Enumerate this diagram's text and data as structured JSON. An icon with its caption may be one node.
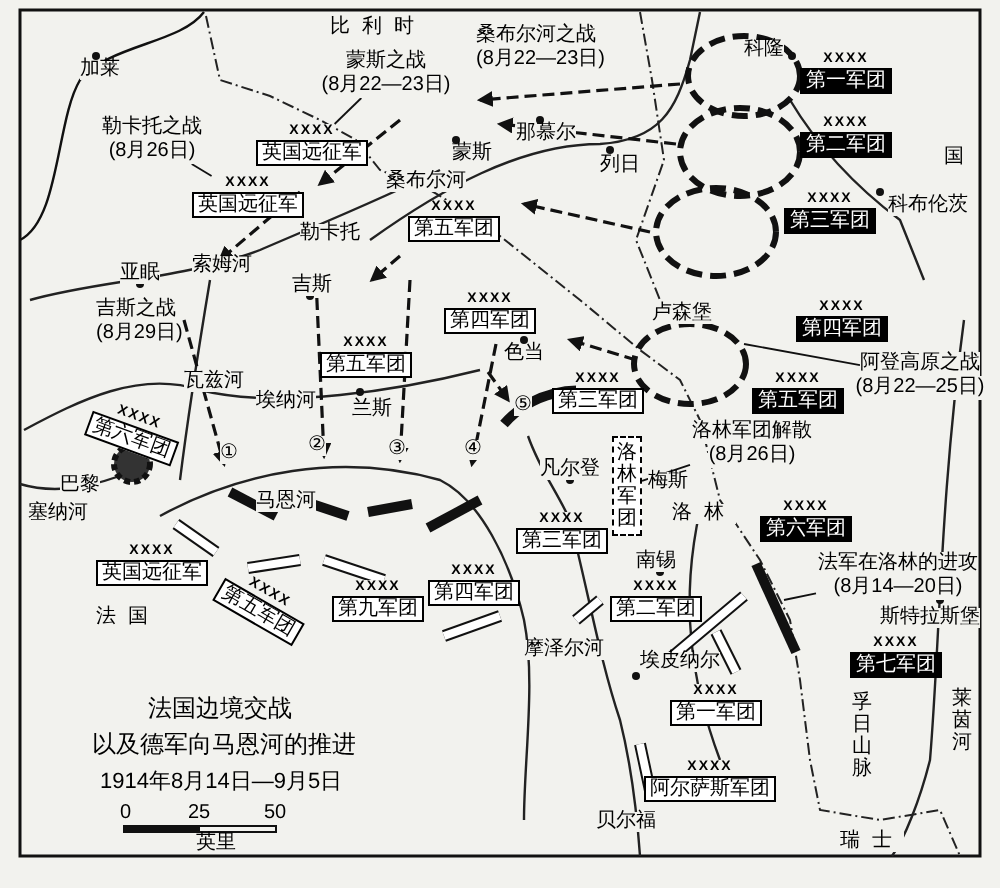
{
  "diagram": {
    "title": "法国边境交战",
    "caption": "1914年8月14日—9月5日",
    "nodes": [
      {
        "text": [
          "XXXX",
          "第一军团"
        ]
      },
      {
        "text": [
          "XXXX",
          "第二军团"
        ]
      },
      {
        "text": [
          "XXXX",
          "第三军团"
        ]
      },
      {
        "text": [
          "XXXX",
          "第四军团"
        ]
      },
      {
        "text": [
          "XXXX",
          "第五军团"
        ]
      },
      {
        "text": [
          "XXXX",
          "第六军团"
        ]
      },
      {
        "text": [
          "XXXX",
          "第七军团"
        ]
      },
      {
        "text": [
          "XXXX",
          "英国远征军"
        ]
      },
      {
        "text": [
          "XXXX",
          "英国远征军"
        ]
      },
      {
        "text": [
          "XXXX",
          "第五军团"
        ]
      },
      {
        "text": [
          "XXXX",
          "第四军团"
        ]
      },
      {
        "text": [
          "XXXX",
          "第三军团"
        ]
      },
      {
        "text": [
          "XXXX",
          "第六军团"
        ]
      },
      {
        "text": [
          "XXXX",
          "第五军团"
        ]
      },
      {
        "text": [
          "XXXX",
          "英国远征军"
        ]
      },
      {
        "text": [
          "XXXX",
          "第五军团"
        ]
      },
      {
        "text": [
          "XXXX",
          "第九军团"
        ]
      },
      {
        "text": [
          "XXXX",
          "第四军团"
        ]
      },
      {
        "text": [
          "XXXX",
          "第三军团"
        ]
      },
      {
        "text": [
          "XXXX",
          "第二军团"
        ]
      },
      {
        "text": [
          "XXXX",
          "第一军团"
        ]
      },
      {
        "text": [
          "XXXX",
          "阿尔萨斯军团"
        ]
      },
      {
        "text": [
          "洛林军团"
        ]
      },
      {
        "text": [
          "勒卡托之战",
          "(8月26日)"
        ]
      },
      {
        "text": [
          "蒙斯之战",
          "(8月22—23日)"
        ]
      },
      {
        "text": [
          "阿登高原之战",
          "(8月22—25日)"
        ]
      },
      {
        "text": [
          "洛林军团解散",
          "(8月26日)"
        ]
      },
      {
        "text": [
          "法军在洛林的进攻",
          "(8月14—20日)"
        ]
      }
    ],
    "edges": [
      {
        "from": 23,
        "to": 8,
        "arrow": "none"
      },
      {
        "from": 24,
        "to": 7,
        "arrow": "none"
      },
      {
        "from": 25,
        "to": null,
        "arrow": "none"
      },
      {
        "from": 26,
        "to": 22,
        "arrow": "none"
      },
      {
        "from": 27,
        "to": null,
        "arrow": "none"
      }
    ],
    "labels": [
      "比利时",
      "桑布尔河之战",
      "(8月22—23日)",
      "科隆",
      "加莱",
      "那慕尔",
      "蒙斯",
      "列日",
      "国",
      "桑布尔河",
      "科布伦茨",
      "勒卡托",
      "索姆河",
      "亚眠",
      "吉斯",
      "吉斯之战",
      "(8月29日)",
      "卢森堡",
      "色当",
      "瓦兹河",
      "埃纳河",
      "兰斯",
      "⑤",
      "①",
      "②",
      "③",
      "④",
      "凡尔登",
      "巴黎",
      "马恩河",
      "梅斯",
      "塞纳河",
      "洛林",
      "南锡",
      "法国",
      "斯特拉斯堡",
      "摩泽尔河",
      "埃皮纳尔",
      "莱茵河",
      "孚日山脉",
      "以及德军向马恩河的推进",
      "0",
      "25",
      "50",
      "英里",
      "贝尔福",
      "瑞士"
    ]
  }
}
